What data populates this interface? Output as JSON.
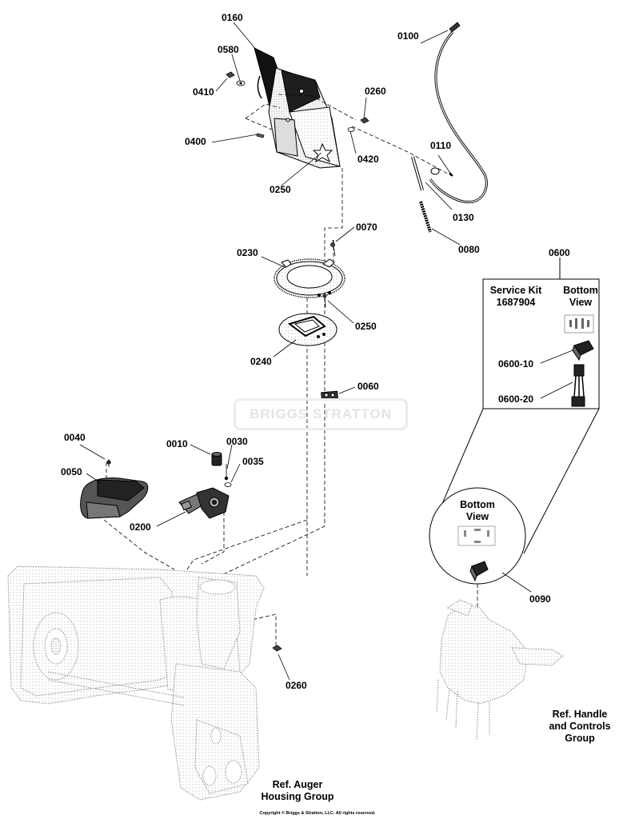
{
  "watermark": "BRIGGS STRATTON",
  "copyright": "Copyright © Briggs & Stratton, LLC. All rights reserved.",
  "parts": {
    "p0160": "0160",
    "p0580": "0580",
    "p0410": "0410",
    "p0400": "0400",
    "p0260a": "0260",
    "p0420": "0420",
    "p0250a": "0250",
    "p0100": "0100",
    "p0110": "0110",
    "p0130": "0130",
    "p0080": "0080",
    "p0070": "0070",
    "p0230": "0230",
    "p0250b": "0250",
    "p0240": "0240",
    "p0060": "0060",
    "p0040": "0040",
    "p0050": "0050",
    "p0010": "0010",
    "p0030": "0030",
    "p0035": "0035",
    "p0200": "0200",
    "p0260b": "0260",
    "p0600": "0600",
    "p0600_10": "0600-10",
    "p0600_20": "0600-20",
    "p0090": "0090"
  },
  "service_kit": {
    "title_line1": "Service Kit",
    "title_line2": "1687904",
    "bottom_line1": "Bottom",
    "bottom_line2": "View"
  },
  "detail_circle": {
    "bottom_line1": "Bottom",
    "bottom_line2": "View"
  },
  "refs": {
    "handle_line1": "Ref. Handle",
    "handle_line2": "and Controls",
    "handle_line3": "Group",
    "auger_line1": "Ref. Auger",
    "auger_line2": "Housing Group"
  },
  "icons": [
    "chute-deflector-icon",
    "cable-icon",
    "chute-ring-gear-icon",
    "motor-icon",
    "switch-icon",
    "harness-icon",
    "auger-housing-icon",
    "handle-controls-icon"
  ]
}
